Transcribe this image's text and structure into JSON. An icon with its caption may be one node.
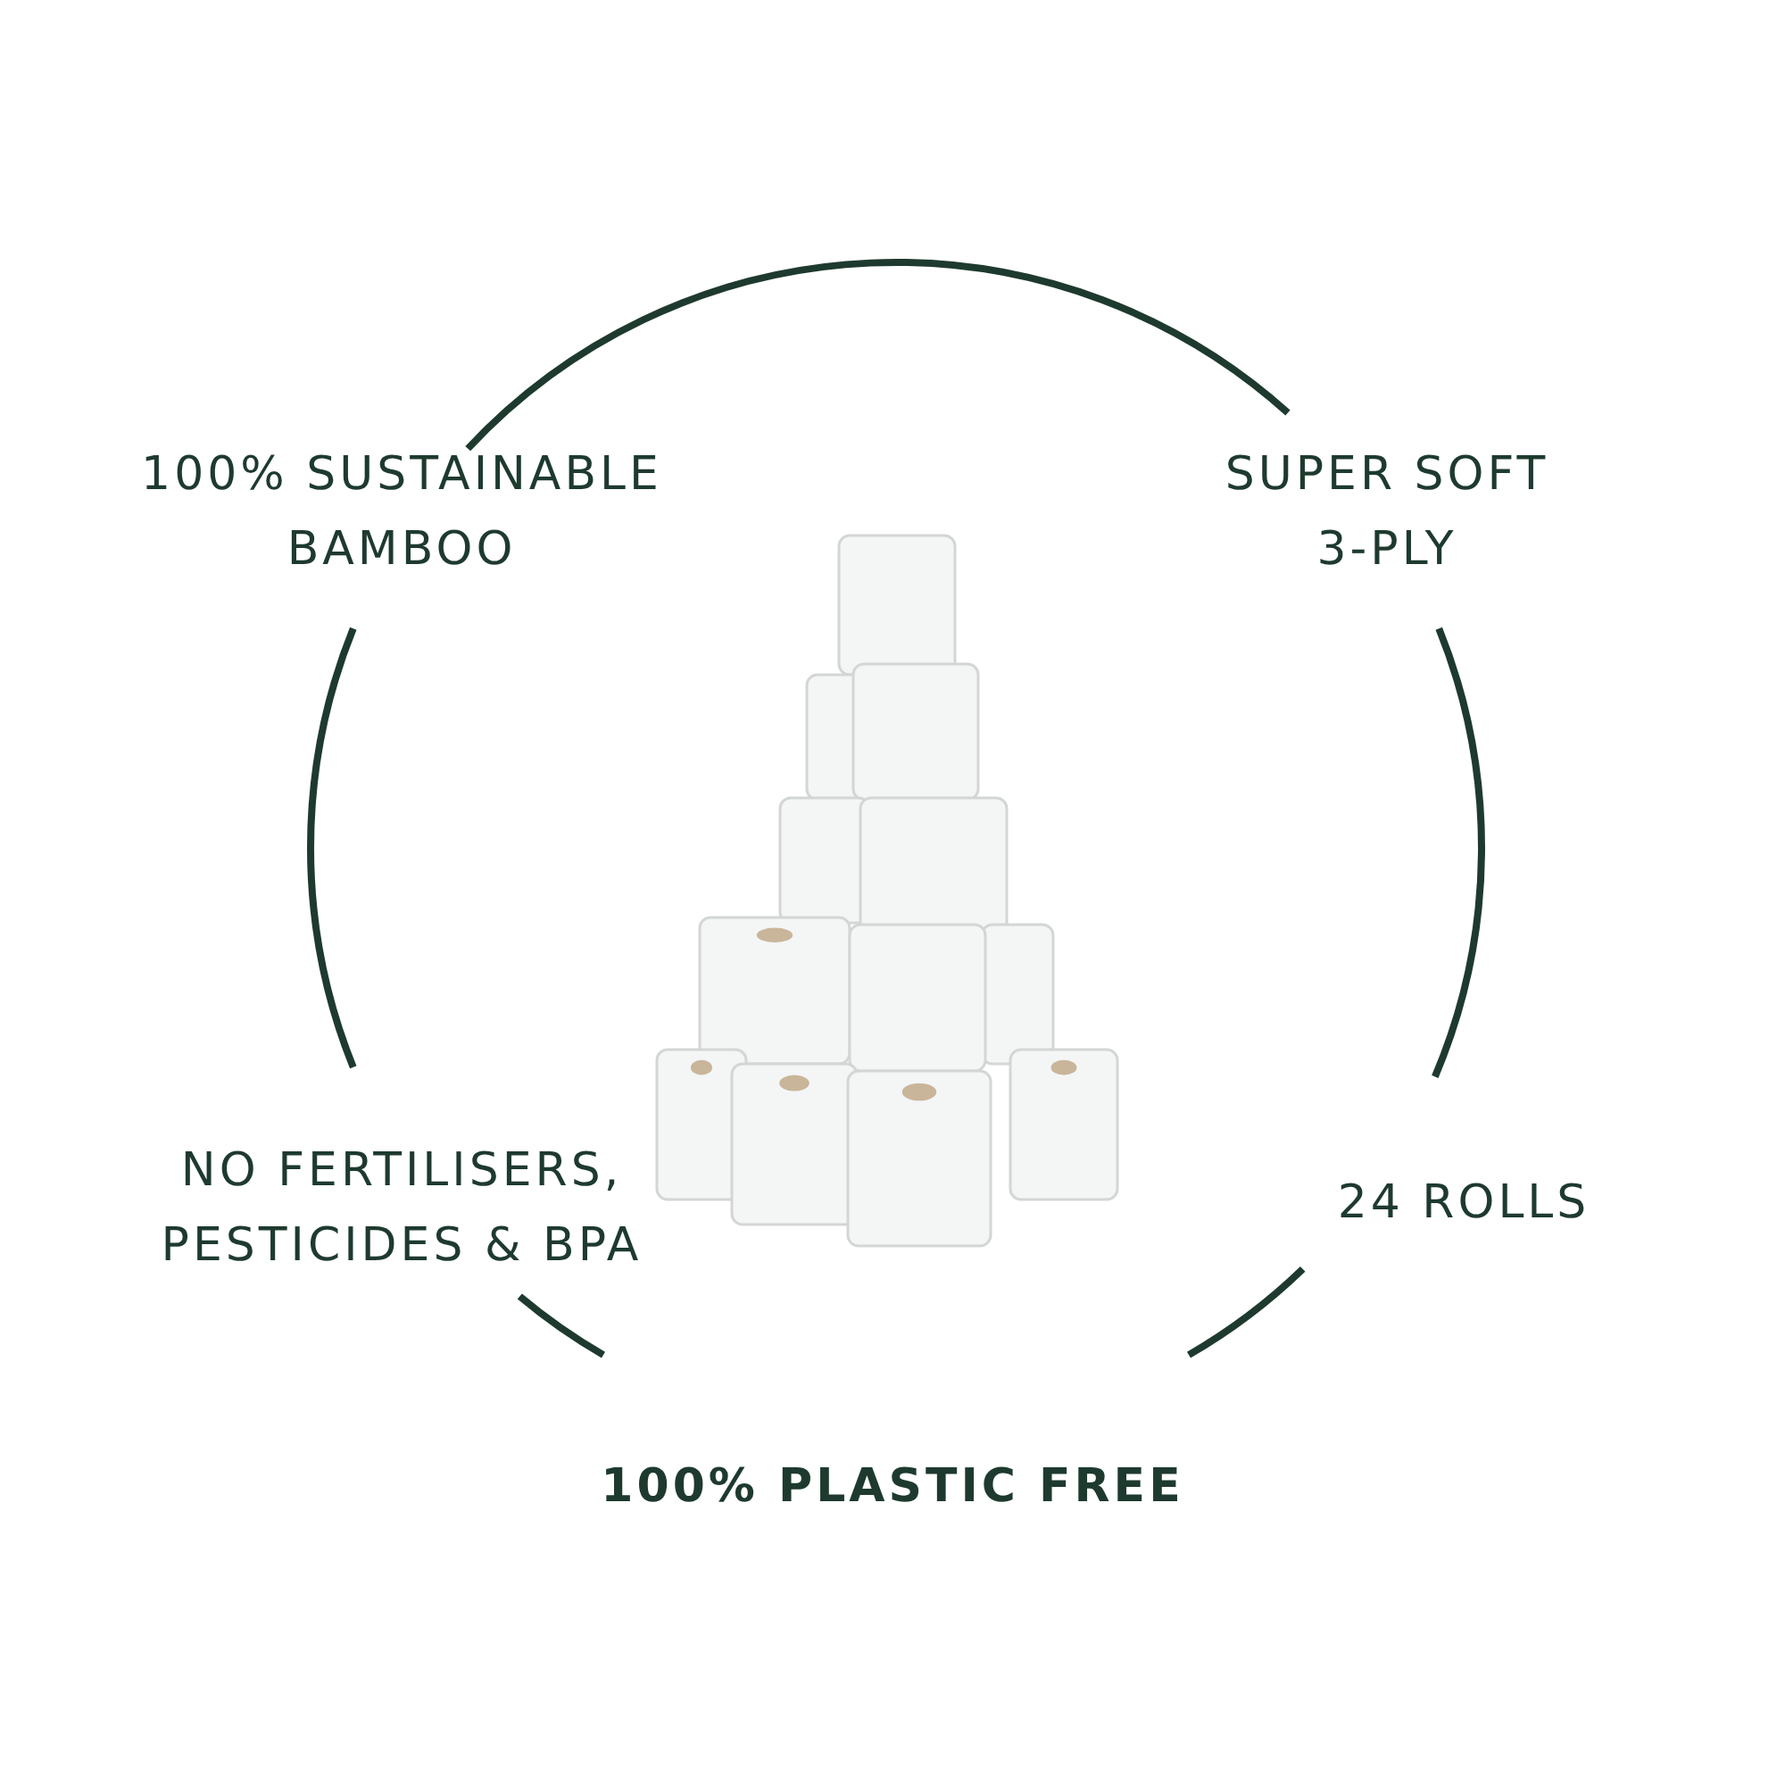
{
  "diagram": {
    "labels": [
      "100% SUSTAINABLE BAMBOO",
      "SUPER SOFT 3-PLY",
      "NO FERTILISERS, PESTICIDES & BPA",
      "24 ROLLS",
      "100% PLASTIC FREE"
    ]
  }
}
